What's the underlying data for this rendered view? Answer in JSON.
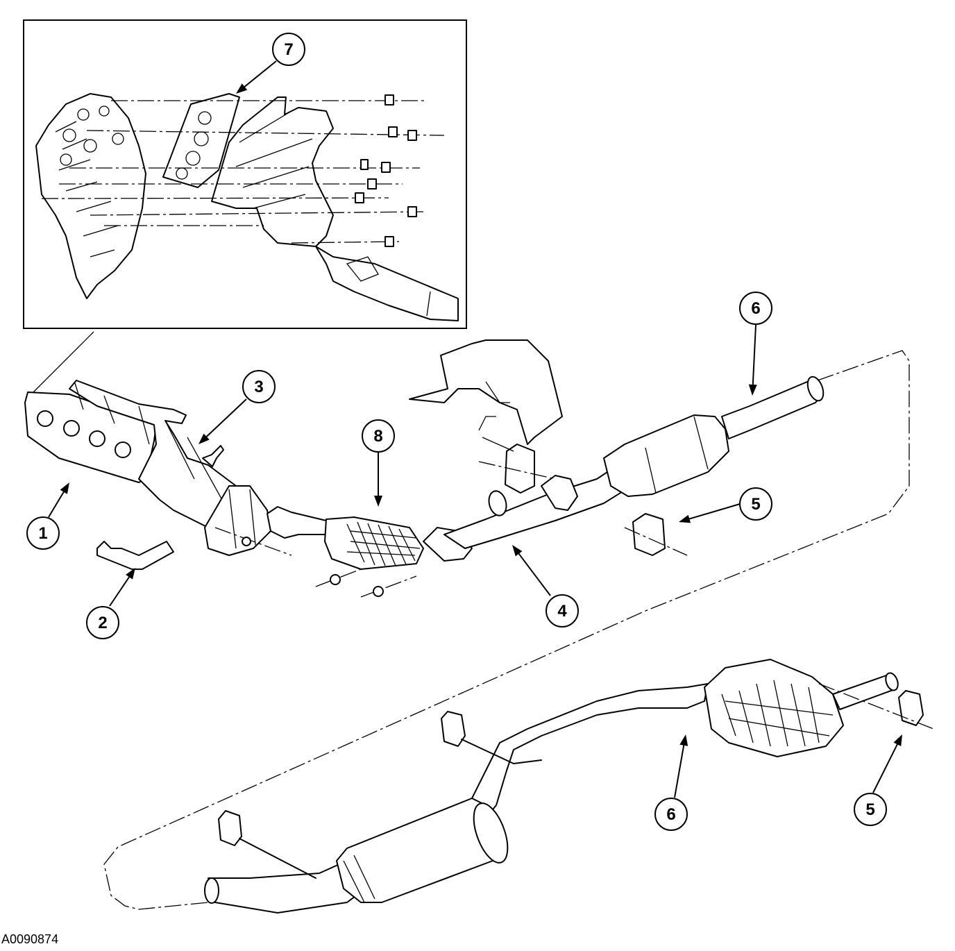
{
  "figure_id": "A0090874",
  "callouts": [
    {
      "label": "1"
    },
    {
      "label": "2"
    },
    {
      "label": "3"
    },
    {
      "label": "4"
    },
    {
      "label": "5"
    },
    {
      "label": "5"
    },
    {
      "label": "6"
    },
    {
      "label": "6"
    },
    {
      "label": "7"
    },
    {
      "label": "8"
    }
  ]
}
